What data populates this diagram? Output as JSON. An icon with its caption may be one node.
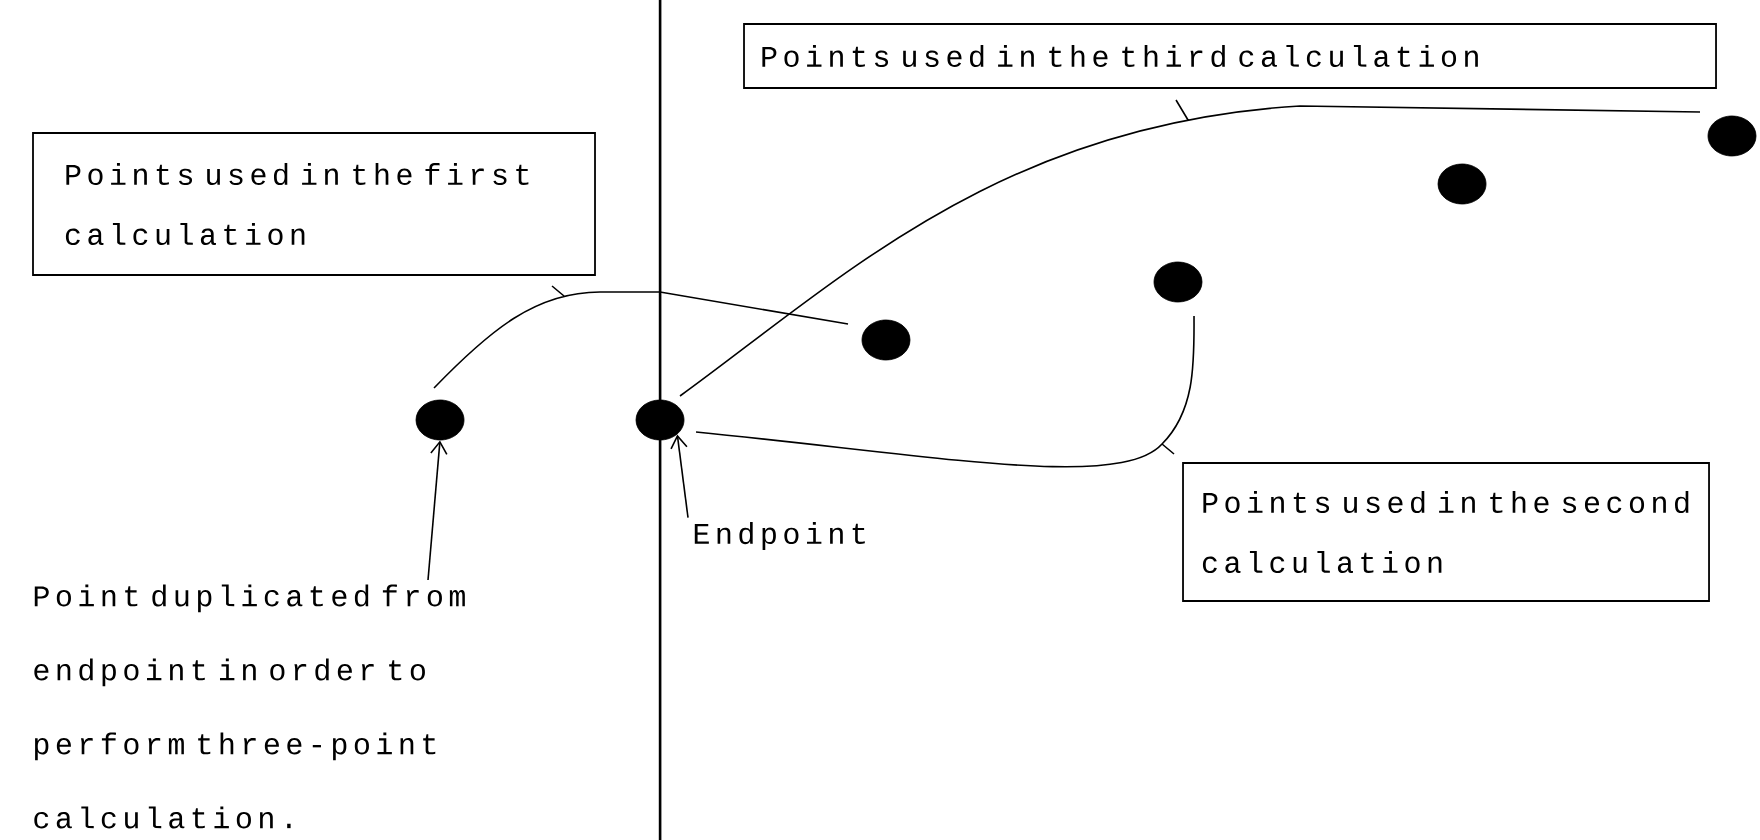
{
  "diagram": {
    "nodes": [
      {
        "text": [
          "Points used in the first calculation"
        ]
      },
      {
        "text": [
          "Points used in the third calculation"
        ]
      },
      {
        "text": [
          "Points used in the second calculation"
        ]
      },
      {
        "text": [
          "Point duplicated from endpoint in order to perform three-point calculation."
        ]
      },
      {
        "text": [
          "Endpoint"
        ]
      },
      {
        "text": [],
        "shape": "circle"
      },
      {
        "text": [],
        "shape": "circle"
      },
      {
        "text": [],
        "shape": "circle"
      },
      {
        "text": [],
        "shape": "circle"
      },
      {
        "text": [],
        "shape": "circle"
      },
      {
        "text": [],
        "shape": "circle"
      }
    ],
    "edges": [
      {
        "from": 3,
        "to": 5,
        "arrow": "to"
      },
      {
        "from": 4,
        "to": 6,
        "arrow": "to"
      }
    ]
  }
}
